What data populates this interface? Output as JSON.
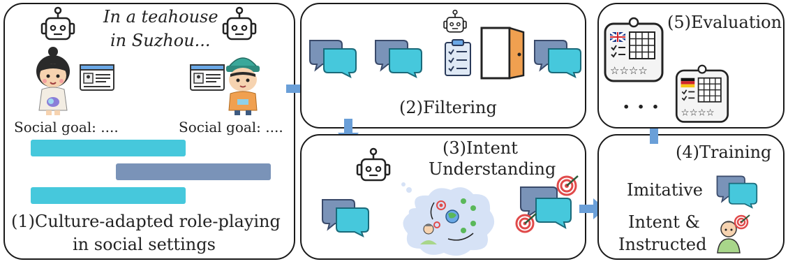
{
  "panel1": {
    "scene_line1": "In a teahouse",
    "scene_line2": "in Suzhou...",
    "goal_left": "Social goal: ....",
    "goal_right": "Social goal: ....",
    "caption_line1": "(1)Culture-adapted role-playing",
    "caption_line2": "in social settings"
  },
  "panel2": {
    "caption": "(2)Filtering"
  },
  "panel3": {
    "caption_line1": "(3)Intent",
    "caption_line2": "Understanding"
  },
  "panel4": {
    "caption": "(4)Training",
    "item1": "Imitative",
    "item2_line1": "Intent &",
    "item2_line2": "Instructed"
  },
  "panel5": {
    "caption": "(5)Evaluation",
    "ellipsis": ". . ."
  },
  "colors": {
    "cyan": "#46c8dc",
    "slate": "#7a93b8",
    "arrow": "#6a9fd8",
    "orange": "#f0a050",
    "target_red": "#e04a4a"
  }
}
